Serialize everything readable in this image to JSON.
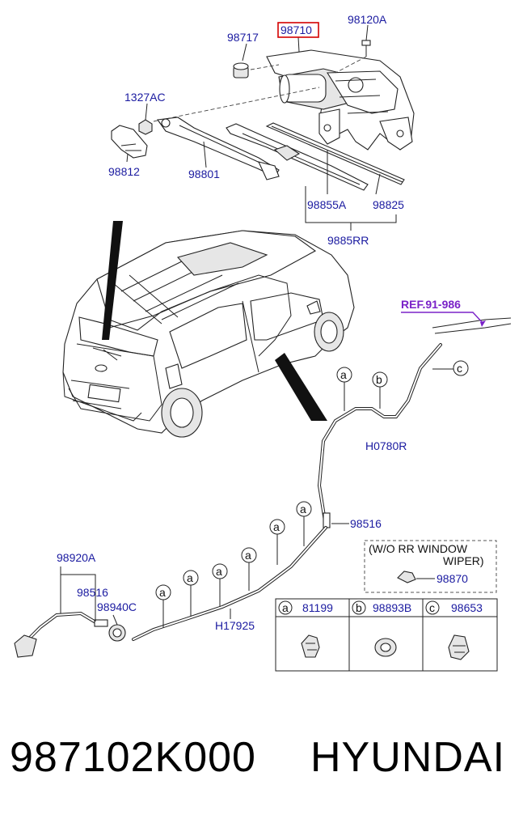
{
  "labels": {
    "p98717": "98717",
    "p98710": "98710",
    "p98120A": "98120A",
    "p1327AC": "1327AC",
    "p98812": "98812",
    "p98801": "98801",
    "p98855A": "98855A",
    "p98825": "98825",
    "p9885RR": "9885RR",
    "ref": "REF.91-986",
    "pH0780R": "H0780R",
    "p98516_upper": "98516",
    "p98920A": "98920A",
    "p98516_lower": "98516",
    "p98940C": "98940C",
    "pH17925": "H17925",
    "p98870": "98870",
    "note_line1": "(W/O RR WINDOW",
    "note_line2": "WIPER)"
  },
  "callouts": {
    "a": "a",
    "b": "b",
    "c": "c"
  },
  "legend_table": [
    {
      "letter": "a",
      "part": "81199"
    },
    {
      "letter": "b",
      "part": "98893B"
    },
    {
      "letter": "c",
      "part": "98653"
    }
  ],
  "footer": {
    "part_number": "987102K000",
    "brand": "HYUNDAI"
  },
  "colors": {
    "label_blue": "#1a1aa0",
    "ref_purple": "#7a22c8",
    "highlight_red": "#d40000"
  }
}
